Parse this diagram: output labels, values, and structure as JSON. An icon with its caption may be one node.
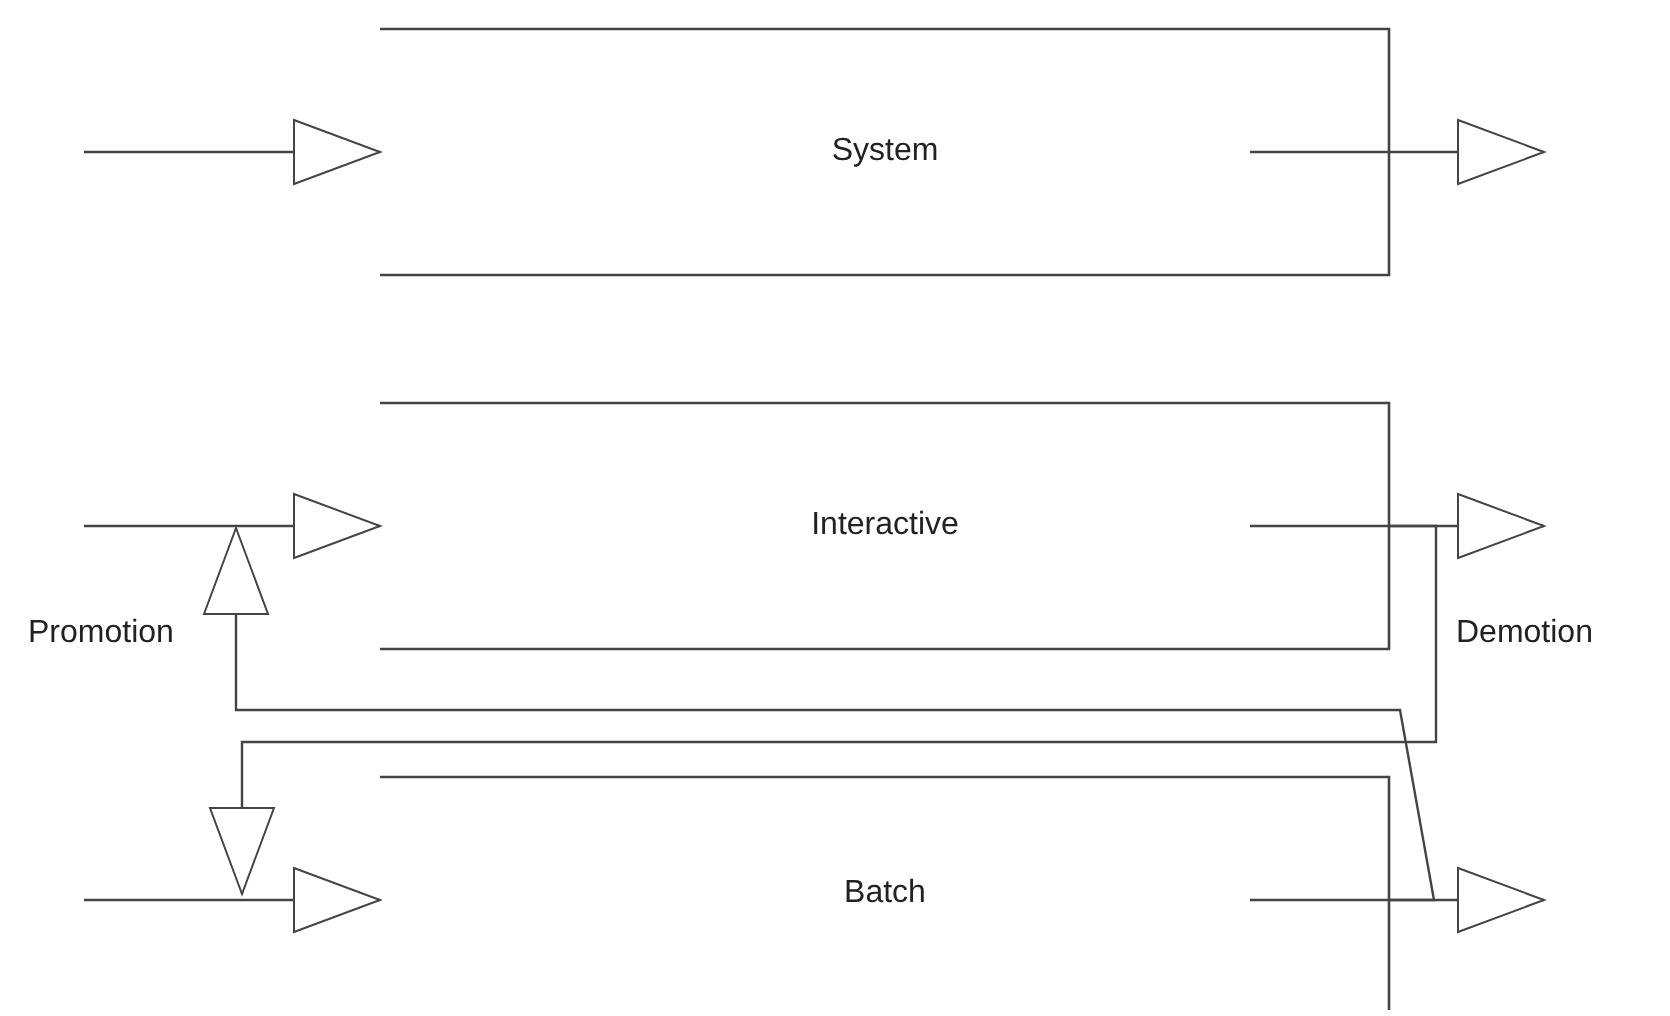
{
  "diagram": {
    "nodes": [
      {
        "text": [
          "System"
        ]
      },
      {
        "text": [
          "Interactive"
        ]
      },
      {
        "text": [
          "Batch"
        ]
      }
    ],
    "edges": [
      {
        "from": null,
        "to": 0,
        "arrow": "to"
      },
      {
        "from": 0,
        "to": null,
        "arrow": "to"
      },
      {
        "from": null,
        "to": 1,
        "arrow": "to"
      },
      {
        "from": 1,
        "to": null,
        "arrow": "to"
      },
      {
        "from": null,
        "to": 2,
        "arrow": "to"
      },
      {
        "from": 2,
        "to": null,
        "arrow": "to"
      },
      {
        "from": 2,
        "to": 1,
        "arrow": "to",
        "label": "Promotion"
      },
      {
        "from": 1,
        "to": 2,
        "arrow": "to",
        "label": "Demotion"
      }
    ]
  }
}
